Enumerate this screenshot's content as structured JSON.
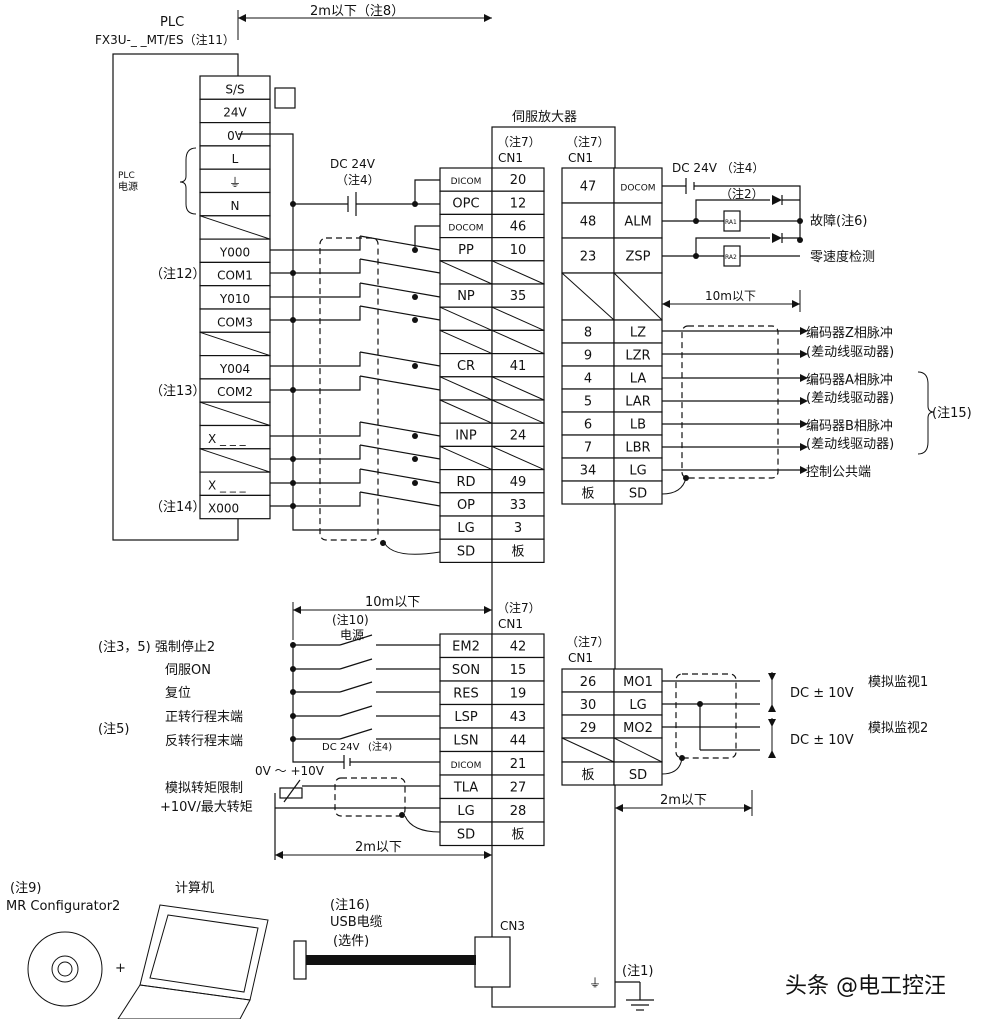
{
  "plc": {
    "title": "PLC",
    "model": "FX3U-_ _MT/ES（注11）",
    "power_label": [
      "PLC",
      "电源"
    ],
    "terminals": [
      "S/S",
      "24V",
      "0V",
      "L",
      "⏚",
      "N",
      "",
      "Y000",
      "COM1",
      "Y010",
      "COM3",
      "",
      "Y004",
      "COM2",
      "",
      "X _ _ _",
      "",
      "X _ _ _",
      "X000"
    ],
    "notes": {
      "note12": "（注12）",
      "note13": "（注13）",
      "note14": "（注14）"
    }
  },
  "top_dim": "2m以下（注8）",
  "servo": {
    "title": "伺服放大器",
    "note7": "（注7）",
    "cn1": "CN1",
    "cn3": "CN3",
    "left_table": [
      [
        "DICOM",
        "20"
      ],
      [
        "OPC",
        "12"
      ],
      [
        "DOCOM",
        "46"
      ],
      [
        "PP",
        "10"
      ],
      [
        "",
        ""
      ],
      [
        "NP",
        "35"
      ],
      [
        "",
        ""
      ],
      [
        "",
        ""
      ],
      [
        "CR",
        "41"
      ],
      [
        "",
        ""
      ],
      [
        "",
        ""
      ],
      [
        "INP",
        "24"
      ],
      [
        "",
        ""
      ],
      [
        "RD",
        "49"
      ],
      [
        "OP",
        "33"
      ],
      [
        "LG",
        "3"
      ],
      [
        "SD",
        "板"
      ]
    ],
    "right_table": [
      [
        "47",
        "DOCOM"
      ],
      [
        "48",
        "ALM"
      ],
      [
        "23",
        "ZSP"
      ],
      [
        "",
        ""
      ],
      [
        "8",
        "LZ"
      ],
      [
        "9",
        "LZR"
      ],
      [
        "4",
        "LA"
      ],
      [
        "5",
        "LAR"
      ],
      [
        "6",
        "LB"
      ],
      [
        "7",
        "LBR"
      ],
      [
        "34",
        "LG"
      ],
      [
        "板",
        "SD"
      ]
    ],
    "lower_left_table": [
      [
        "EM2",
        "42"
      ],
      [
        "SON",
        "15"
      ],
      [
        "RES",
        "19"
      ],
      [
        "LSP",
        "43"
      ],
      [
        "LSN",
        "44"
      ],
      [
        "DICOM",
        "21"
      ],
      [
        "TLA",
        "27"
      ],
      [
        "LG",
        "28"
      ],
      [
        "SD",
        "板"
      ]
    ],
    "lower_right_table": [
      [
        "26",
        "MO1"
      ],
      [
        "30",
        "LG"
      ],
      [
        "29",
        "MO2"
      ],
      [
        "",
        ""
      ],
      [
        "板",
        "SD"
      ]
    ]
  },
  "dc24_left": {
    "label": "DC 24V",
    "note": "（注4）"
  },
  "dc24_right": {
    "label": "DC 24V （注4）",
    "note2": "（注2）",
    "ra1": "RA1",
    "ra2": "RA2"
  },
  "right_signals": {
    "fault": "故障(注6)",
    "zero_speed": "零速度检测",
    "dist_10m": "10m以下",
    "enc_z": [
      "编码器Z相脉冲",
      "(差动线驱动器)"
    ],
    "enc_a": [
      "编码器A相脉冲",
      "(差动线驱动器)"
    ],
    "enc_b": [
      "编码器B相脉冲",
      "(差动线驱动器)"
    ],
    "note15": "(注15)",
    "common": "控制公共端"
  },
  "lower_left": {
    "dist_10m": "10m以下",
    "note10": "(注10)",
    "power": "电源",
    "labels": [
      "(注3，5) 强制停止2",
      "伺服ON",
      "复位",
      "正转行程末端",
      "反转行程末端"
    ],
    "note5": "(注5)",
    "dc24": "DC 24V",
    "note4": "(注4)",
    "range": "0V ～ +10V",
    "analog1": "模拟转矩限制",
    "analog2": "+10V/最大转矩",
    "dist_2m": "2m以下"
  },
  "monitor": {
    "dc1": "DC ± 10V",
    "dc2": "DC ± 10V",
    "mon1": "模拟监视1",
    "mon2": "模拟监视2",
    "dist_2m": "2m以下"
  },
  "bottom": {
    "note9": "(注9)",
    "software": "MR Configurator2",
    "computer": "计算机",
    "note16": "(注16)",
    "usb": "USB电缆",
    "optional": "(选件)",
    "note1": "(注1)",
    "plus": "+",
    "watermark": "头条 @电工控汪"
  }
}
